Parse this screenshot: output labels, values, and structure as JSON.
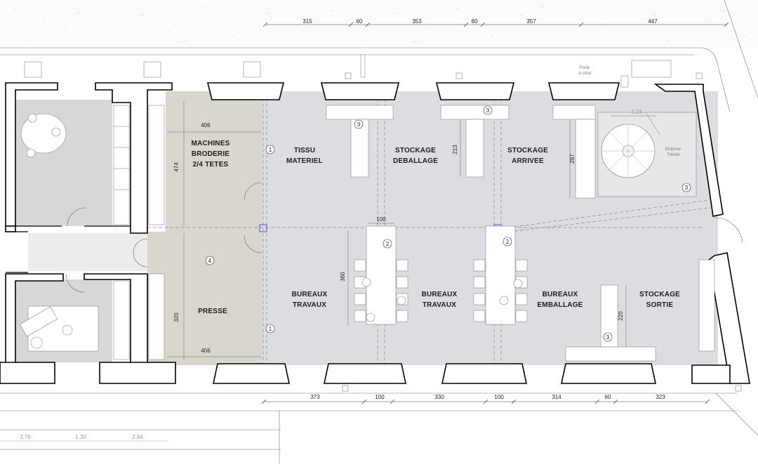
{
  "colors": {
    "zone_gray": "#dcdde0",
    "zone_beige": "#d9d6cd",
    "room_green_gray": "#d5d8d4",
    "corridor": "#ececec",
    "wall": "#000000",
    "accent_blue": "#3a3ad0"
  },
  "rooms": {
    "machines": "MACHINES\nBRODERIE\n2/4 TETES",
    "tissu": "TISSU\nMATERIEL",
    "stockage_deballage": "STOCKAGE\nDEBALLAGE",
    "stockage_arrivee": "STOCKAGE\nARRIVEE",
    "presse": "PRESSE",
    "bureaux_travaux_1": "BUREAUX\nTRAVAUX",
    "bureaux_travaux_2": "BUREAUX\nTRAVAUX",
    "bureaux_emballage": "BUREAUX\nEMBALLAGE",
    "stockage_sortie": "STOCKAGE\nSORTIE"
  },
  "top_dimensions": [
    "315",
    "60",
    "353",
    "60",
    "357",
    "447"
  ],
  "bottom_dimensions": [
    "373",
    "100",
    "330",
    "100",
    "314",
    "60",
    "323"
  ],
  "far_bottom_dimensions": [
    "2.76",
    "1.30",
    "2.84"
  ],
  "interior_dimensions": {
    "beige_top_width": "406",
    "beige_bottom_width": "406",
    "beige_top_height": "474",
    "beige_bottom_height": "320",
    "table_width": "100",
    "table_height": "360",
    "shelf_deballage": "213",
    "stair_room": "287",
    "shelf_sortie": "220",
    "stair_width": "3.23"
  },
  "callouts": {
    "c1_top": "1",
    "c1_bottom": "1",
    "c2_left": "2",
    "c2_right": "2",
    "c3_deballage": "3",
    "c3_arrivee": "3",
    "c3_stair": "3",
    "c3_sortie": "3",
    "c4_presse": "4"
  },
  "annotations": {
    "porte": "Porte",
    "porte_sub": "à créer",
    "emprise": "Emprise",
    "emprise_sub": "Trémie"
  }
}
